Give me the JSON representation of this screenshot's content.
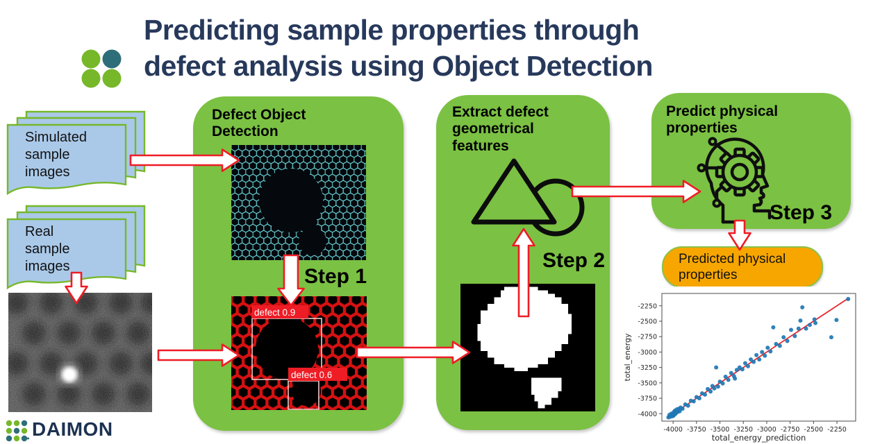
{
  "title": {
    "line1": "Predicting sample properties through",
    "line2": "defect analysis using Object Detection"
  },
  "inputs": {
    "simulated": "Simulated\nsample\nimages",
    "real": "Real\nsample\nimages"
  },
  "steps": [
    {
      "title": "Defect Object Detection",
      "step_label": "Step 1",
      "detections": [
        {
          "label": "defect 0.9"
        },
        {
          "label": "defect 0.6"
        }
      ]
    },
    {
      "title": "Extract defect geometrical features",
      "step_label": "Step 2"
    },
    {
      "title": "Predict physical properties",
      "step_label": "Step 3"
    }
  ],
  "output_box": {
    "label": "Predicted physical properties"
  },
  "footer_logo": {
    "text": "DAIMON"
  },
  "colors": {
    "box_green": "#7bc143",
    "title_navy": "#27395b",
    "doc_blue": "#aac9e9",
    "doc_border": "#76b82a",
    "orange": "#f7a600",
    "arrow_red": "#ee1c25",
    "lattice_cyan": "#63c6c9",
    "mesh_red": "#d61111",
    "logo_green": "#76b82a",
    "logo_teal": "#2e6e78"
  },
  "chart_data": {
    "type": "scatter",
    "xlabel": "total_energy_prediction",
    "ylabel": "total_energy",
    "xlim": [
      -4120,
      -2050
    ],
    "ylim": [
      -4120,
      -2050
    ],
    "xticks": [
      -4000,
      -3750,
      -3500,
      -3250,
      -3000,
      -2750,
      -2500,
      -2250
    ],
    "yticks": [
      -2250,
      -2500,
      -2750,
      -3000,
      -3250,
      -3500,
      -3750,
      -4000
    ],
    "grid": false,
    "marker_color": "#1f77b4",
    "fit_line": {
      "x": [
        -4060,
        -2130
      ],
      "y": [
        -4060,
        -2130
      ],
      "color": "#e8232a"
    },
    "points": {
      "x": [
        -4050,
        -4040,
        -4030,
        -4020,
        -4010,
        -4005,
        -4000,
        -3995,
        -3990,
        -3985,
        -3980,
        -3975,
        -3970,
        -3960,
        -3950,
        -3940,
        -3930,
        -3920,
        -3900,
        -3870,
        -3840,
        -3810,
        -3780,
        -3750,
        -3720,
        -3690,
        -3660,
        -3630,
        -3600,
        -3580,
        -3560,
        -3540,
        -3520,
        -3500,
        -3470,
        -3440,
        -3410,
        -3380,
        -3350,
        -3340,
        -3320,
        -3290,
        -3260,
        -3230,
        -3200,
        -3170,
        -3140,
        -3110,
        -3080,
        -3050,
        -3020,
        -2990,
        -2960,
        -2930,
        -2900,
        -2860,
        -2820,
        -2780,
        -2740,
        -2700,
        -2660,
        -2640,
        -2620,
        -2580,
        -2540,
        -2490,
        -2480,
        -2310,
        -2255,
        -2130
      ],
      "y": [
        -4060,
        -4020,
        -4050,
        -4000,
        -4030,
        -4040,
        -3990,
        -4030,
        -3970,
        -4010,
        -3950,
        -4000,
        -3990,
        -3930,
        -3970,
        -3920,
        -3960,
        -3900,
        -3920,
        -3850,
        -3870,
        -3790,
        -3800,
        -3730,
        -3750,
        -3670,
        -3690,
        -3600,
        -3640,
        -3550,
        -3590,
        -3250,
        -3560,
        -3480,
        -3510,
        -3400,
        -3450,
        -3340,
        -3390,
        -3430,
        -3290,
        -3250,
        -3280,
        -3180,
        -3230,
        -3120,
        -3160,
        -3050,
        -3120,
        -3000,
        -3060,
        -2930,
        -2990,
        -2600,
        -2870,
        -2900,
        -2760,
        -2820,
        -2640,
        -2740,
        -2620,
        -2490,
        -2275,
        -2620,
        -2560,
        -2470,
        -2530,
        -2760,
        -2480,
        -2140
      ]
    }
  }
}
